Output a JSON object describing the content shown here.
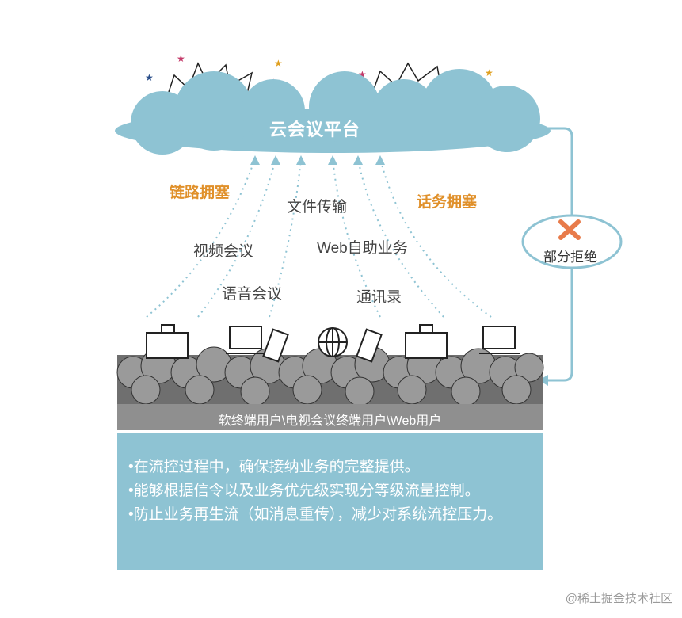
{
  "cloud": {
    "title": "云会议平台"
  },
  "congestion": {
    "left": "链路拥塞",
    "right": "话务拥塞"
  },
  "services": [
    {
      "id": "file",
      "label": "文件传输"
    },
    {
      "id": "video",
      "label": "视频会议"
    },
    {
      "id": "web",
      "label": "Web自助业务"
    },
    {
      "id": "voice",
      "label": "语音会议"
    },
    {
      "id": "contacts",
      "label": "通讯录"
    }
  ],
  "reject": {
    "label": "部分拒绝"
  },
  "users_band": {
    "label": "软终端用户\\电视会议终端用户\\Web用户"
  },
  "bullets": [
    "•在流控过程中，确保接纳业务的完整提供。",
    "•能够根据信令以及业务优先级实现分等级流量控制。",
    "•防止业务再生流（如消息重传），减少对系统流控压力。"
  ],
  "watermark": "@稀土掘金技术社区",
  "colors": {
    "cloud": "#8ec3d3",
    "accent": "#e0902a",
    "panel": "#8ec3d3",
    "band": "#8f8f8f",
    "reject": "#e87b4a"
  }
}
